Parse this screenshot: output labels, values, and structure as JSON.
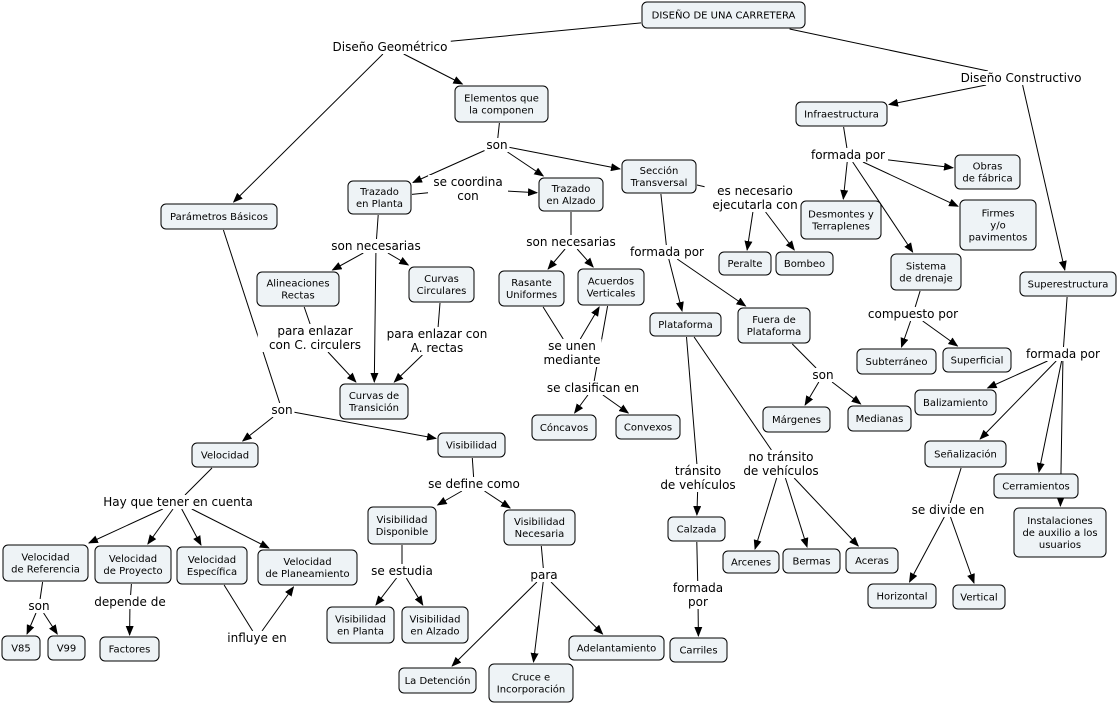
{
  "diagram": {
    "nodes": [
      {
        "id": "diseno",
        "lines": [
          "DISEÑO DE UNA CARRETERA"
        ]
      },
      {
        "id": "elementos",
        "lines": [
          "Elementos que",
          "la componen"
        ]
      },
      {
        "id": "infra",
        "lines": [
          "Infraestructura"
        ]
      },
      {
        "id": "trazado_planta",
        "lines": [
          "Trazado",
          "en Planta"
        ]
      },
      {
        "id": "trazado_alzado",
        "lines": [
          "Trazado",
          "en Alzado"
        ]
      },
      {
        "id": "seccion",
        "lines": [
          "Sección",
          "Transversal"
        ]
      },
      {
        "id": "obras",
        "lines": [
          "Obras",
          "de fábrica"
        ]
      },
      {
        "id": "desmontes",
        "lines": [
          "Desmontes y",
          "Terraplenes"
        ]
      },
      {
        "id": "firmes",
        "lines": [
          "Firmes",
          "y/o",
          "pavimentos"
        ]
      },
      {
        "id": "parametros",
        "lines": [
          "Parámetros Básicos"
        ]
      },
      {
        "id": "peralte",
        "lines": [
          "Peralte"
        ]
      },
      {
        "id": "bombeo",
        "lines": [
          "Bombeo"
        ]
      },
      {
        "id": "drenaje",
        "lines": [
          "Sistema",
          "de drenaje"
        ]
      },
      {
        "id": "superestructura",
        "lines": [
          "Superestructura"
        ]
      },
      {
        "id": "alineaciones",
        "lines": [
          "Alineaciones",
          "Rectas"
        ]
      },
      {
        "id": "curvas_circ",
        "lines": [
          "Curvas",
          "Circulares"
        ]
      },
      {
        "id": "rasante",
        "lines": [
          "Rasante",
          "Uniformes"
        ]
      },
      {
        "id": "acuerdos",
        "lines": [
          "Acuerdos",
          "Verticales"
        ]
      },
      {
        "id": "plataforma",
        "lines": [
          "Plataforma"
        ]
      },
      {
        "id": "fuera_plat",
        "lines": [
          "Fuera de",
          "Plataforma"
        ]
      },
      {
        "id": "subterraneo",
        "lines": [
          "Subterráneo"
        ]
      },
      {
        "id": "superficial",
        "lines": [
          "Superficial"
        ]
      },
      {
        "id": "curvas_trans",
        "lines": [
          "Curvas de",
          "Transición"
        ]
      },
      {
        "id": "balizamiento",
        "lines": [
          "Balizamiento"
        ]
      },
      {
        "id": "margenes",
        "lines": [
          "Márgenes"
        ]
      },
      {
        "id": "medianas",
        "lines": [
          "Medianas"
        ]
      },
      {
        "id": "concavos",
        "lines": [
          "Cóncavos"
        ]
      },
      {
        "id": "convexos",
        "lines": [
          "Convexos"
        ]
      },
      {
        "id": "velocidad",
        "lines": [
          "Velocidad"
        ]
      },
      {
        "id": "visibilidad",
        "lines": [
          "Visibilidad"
        ]
      },
      {
        "id": "senalizacion",
        "lines": [
          "Señalización"
        ]
      },
      {
        "id": "cerramientos",
        "lines": [
          "Cerramientos"
        ]
      },
      {
        "id": "instalaciones",
        "lines": [
          "Instalaciones",
          "de auxilio a los",
          "usuarios"
        ]
      },
      {
        "id": "vis_disponible",
        "lines": [
          "Visibilidad",
          "Disponible"
        ]
      },
      {
        "id": "vis_necesaria",
        "lines": [
          "Visibilidad",
          "Necesaria"
        ]
      },
      {
        "id": "calzada",
        "lines": [
          "Calzada"
        ]
      },
      {
        "id": "vel_referencia",
        "lines": [
          "Velocidad",
          "de Referencia"
        ]
      },
      {
        "id": "vel_proyecto",
        "lines": [
          "Velocidad",
          "de Proyecto"
        ]
      },
      {
        "id": "vel_especifica",
        "lines": [
          "Velocidad",
          "Específica"
        ]
      },
      {
        "id": "vel_planeamiento",
        "lines": [
          "Velocidad",
          "de Planeamiento"
        ]
      },
      {
        "id": "arcenes",
        "lines": [
          "Arcenes"
        ]
      },
      {
        "id": "bermas",
        "lines": [
          "Bermas"
        ]
      },
      {
        "id": "aceras",
        "lines": [
          "Aceras"
        ]
      },
      {
        "id": "horizontal",
        "lines": [
          "Horizontal"
        ]
      },
      {
        "id": "vertical",
        "lines": [
          "Vertical"
        ]
      },
      {
        "id": "vis_planta",
        "lines": [
          "Visibilidad",
          "en Planta"
        ]
      },
      {
        "id": "vis_alzado",
        "lines": [
          "Visibilidad",
          "en Alzado"
        ]
      },
      {
        "id": "adelantamiento",
        "lines": [
          "Adelantamiento"
        ]
      },
      {
        "id": "v85",
        "lines": [
          "V85"
        ]
      },
      {
        "id": "v99",
        "lines": [
          "V99"
        ]
      },
      {
        "id": "factores",
        "lines": [
          "Factores"
        ]
      },
      {
        "id": "carriles",
        "lines": [
          "Carriles"
        ]
      },
      {
        "id": "detencion",
        "lines": [
          "La Detención"
        ]
      },
      {
        "id": "cruce",
        "lines": [
          "Cruce e",
          "Incorporación"
        ]
      }
    ],
    "labels": [
      {
        "id": "l_geometrico",
        "lines": [
          "Diseño Geométrico"
        ]
      },
      {
        "id": "l_constructivo",
        "lines": [
          "Diseño Constructivo"
        ]
      },
      {
        "id": "l_son_elem",
        "lines": [
          "son"
        ]
      },
      {
        "id": "l_formada_infra",
        "lines": [
          "formada por"
        ]
      },
      {
        "id": "l_coordina",
        "lines": [
          "se coordina",
          "con"
        ]
      },
      {
        "id": "l_es_necesario",
        "lines": [
          "es necesario",
          "ejecutarla con"
        ]
      },
      {
        "id": "l_nec_planta",
        "lines": [
          "son necesarias"
        ]
      },
      {
        "id": "l_nec_alzado",
        "lines": [
          "son necesarias"
        ]
      },
      {
        "id": "l_formada_secc",
        "lines": [
          "formada por"
        ]
      },
      {
        "id": "l_compuesto",
        "lines": [
          "compuesto por"
        ]
      },
      {
        "id": "l_enlazar_circ",
        "lines": [
          "para enlazar",
          "con C. circulers"
        ]
      },
      {
        "id": "l_enlazar_rect",
        "lines": [
          "para enlazar con",
          "A. rectas"
        ]
      },
      {
        "id": "l_unen",
        "lines": [
          "se unen",
          "mediante"
        ]
      },
      {
        "id": "l_son_fuera",
        "lines": [
          "son"
        ]
      },
      {
        "id": "l_formada_super",
        "lines": [
          "formada por"
        ]
      },
      {
        "id": "l_clasifican",
        "lines": [
          "se clasifican en"
        ]
      },
      {
        "id": "l_son_param",
        "lines": [
          "son"
        ]
      },
      {
        "id": "l_no_transito",
        "lines": [
          "no tránsito",
          "de vehículos"
        ]
      },
      {
        "id": "l_transito",
        "lines": [
          "tránsito",
          "de vehículos"
        ]
      },
      {
        "id": "l_define",
        "lines": [
          "se define como"
        ]
      },
      {
        "id": "l_hay_que",
        "lines": [
          "Hay que tener en cuenta"
        ]
      },
      {
        "id": "l_divide",
        "lines": [
          "se divide en"
        ]
      },
      {
        "id": "l_estudia",
        "lines": [
          "se estudia"
        ]
      },
      {
        "id": "l_para",
        "lines": [
          "para"
        ]
      },
      {
        "id": "l_formada_calz",
        "lines": [
          "formada",
          "por"
        ]
      },
      {
        "id": "l_son_vel",
        "lines": [
          "son"
        ]
      },
      {
        "id": "l_depende",
        "lines": [
          "depende de"
        ]
      },
      {
        "id": "l_influye",
        "lines": [
          "influye en"
        ]
      }
    ]
  }
}
